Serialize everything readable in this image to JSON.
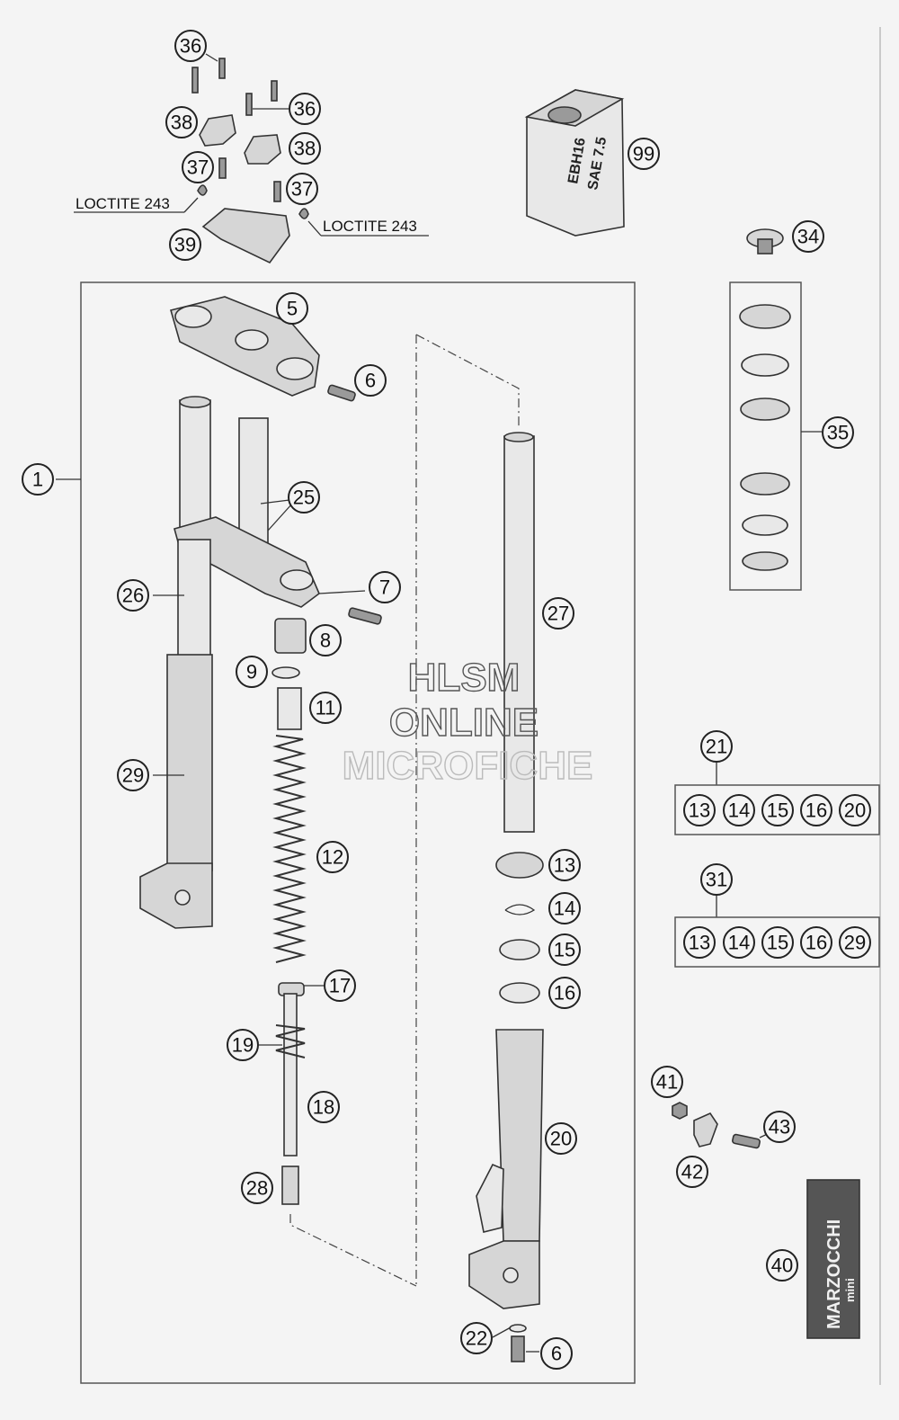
{
  "callouts": {
    "c1": "1",
    "c5": "5",
    "c6a": "6",
    "c6b": "6",
    "c7": "7",
    "c8": "8",
    "c9": "9",
    "c11": "11",
    "c12": "12",
    "c13": "13",
    "c14": "14",
    "c15": "15",
    "c16": "16",
    "c17": "17",
    "c18": "18",
    "c19": "19",
    "c20": "20",
    "c21": "21",
    "c22": "22",
    "c25": "25",
    "c26": "26",
    "c27": "27",
    "c28": "28",
    "c29": "29",
    "c31": "31",
    "c34": "34",
    "c35": "35",
    "c36a": "36",
    "c36b": "36",
    "c37a": "37",
    "c37b": "37",
    "c38a": "38",
    "c38b": "38",
    "c39": "39",
    "c40": "40",
    "c41": "41",
    "c42": "42",
    "c43": "43",
    "c99": "99"
  },
  "kit21": {
    "items": [
      "13",
      "14",
      "15",
      "16",
      "20"
    ]
  },
  "kit31": {
    "items": [
      "13",
      "14",
      "15",
      "16",
      "29"
    ]
  },
  "labels": {
    "loctite_left": "LOCTITE 243",
    "loctite_right": "LOCTITE 243"
  },
  "oil_can": {
    "line1": "EBH16",
    "line2": "SAE 7.5"
  },
  "watermark": {
    "line1": "HLSM",
    "line2": "ONLINE",
    "line3": "MICROFICHE"
  },
  "logo": {
    "brand": "MARZOCCHI",
    "sub": "mini"
  }
}
